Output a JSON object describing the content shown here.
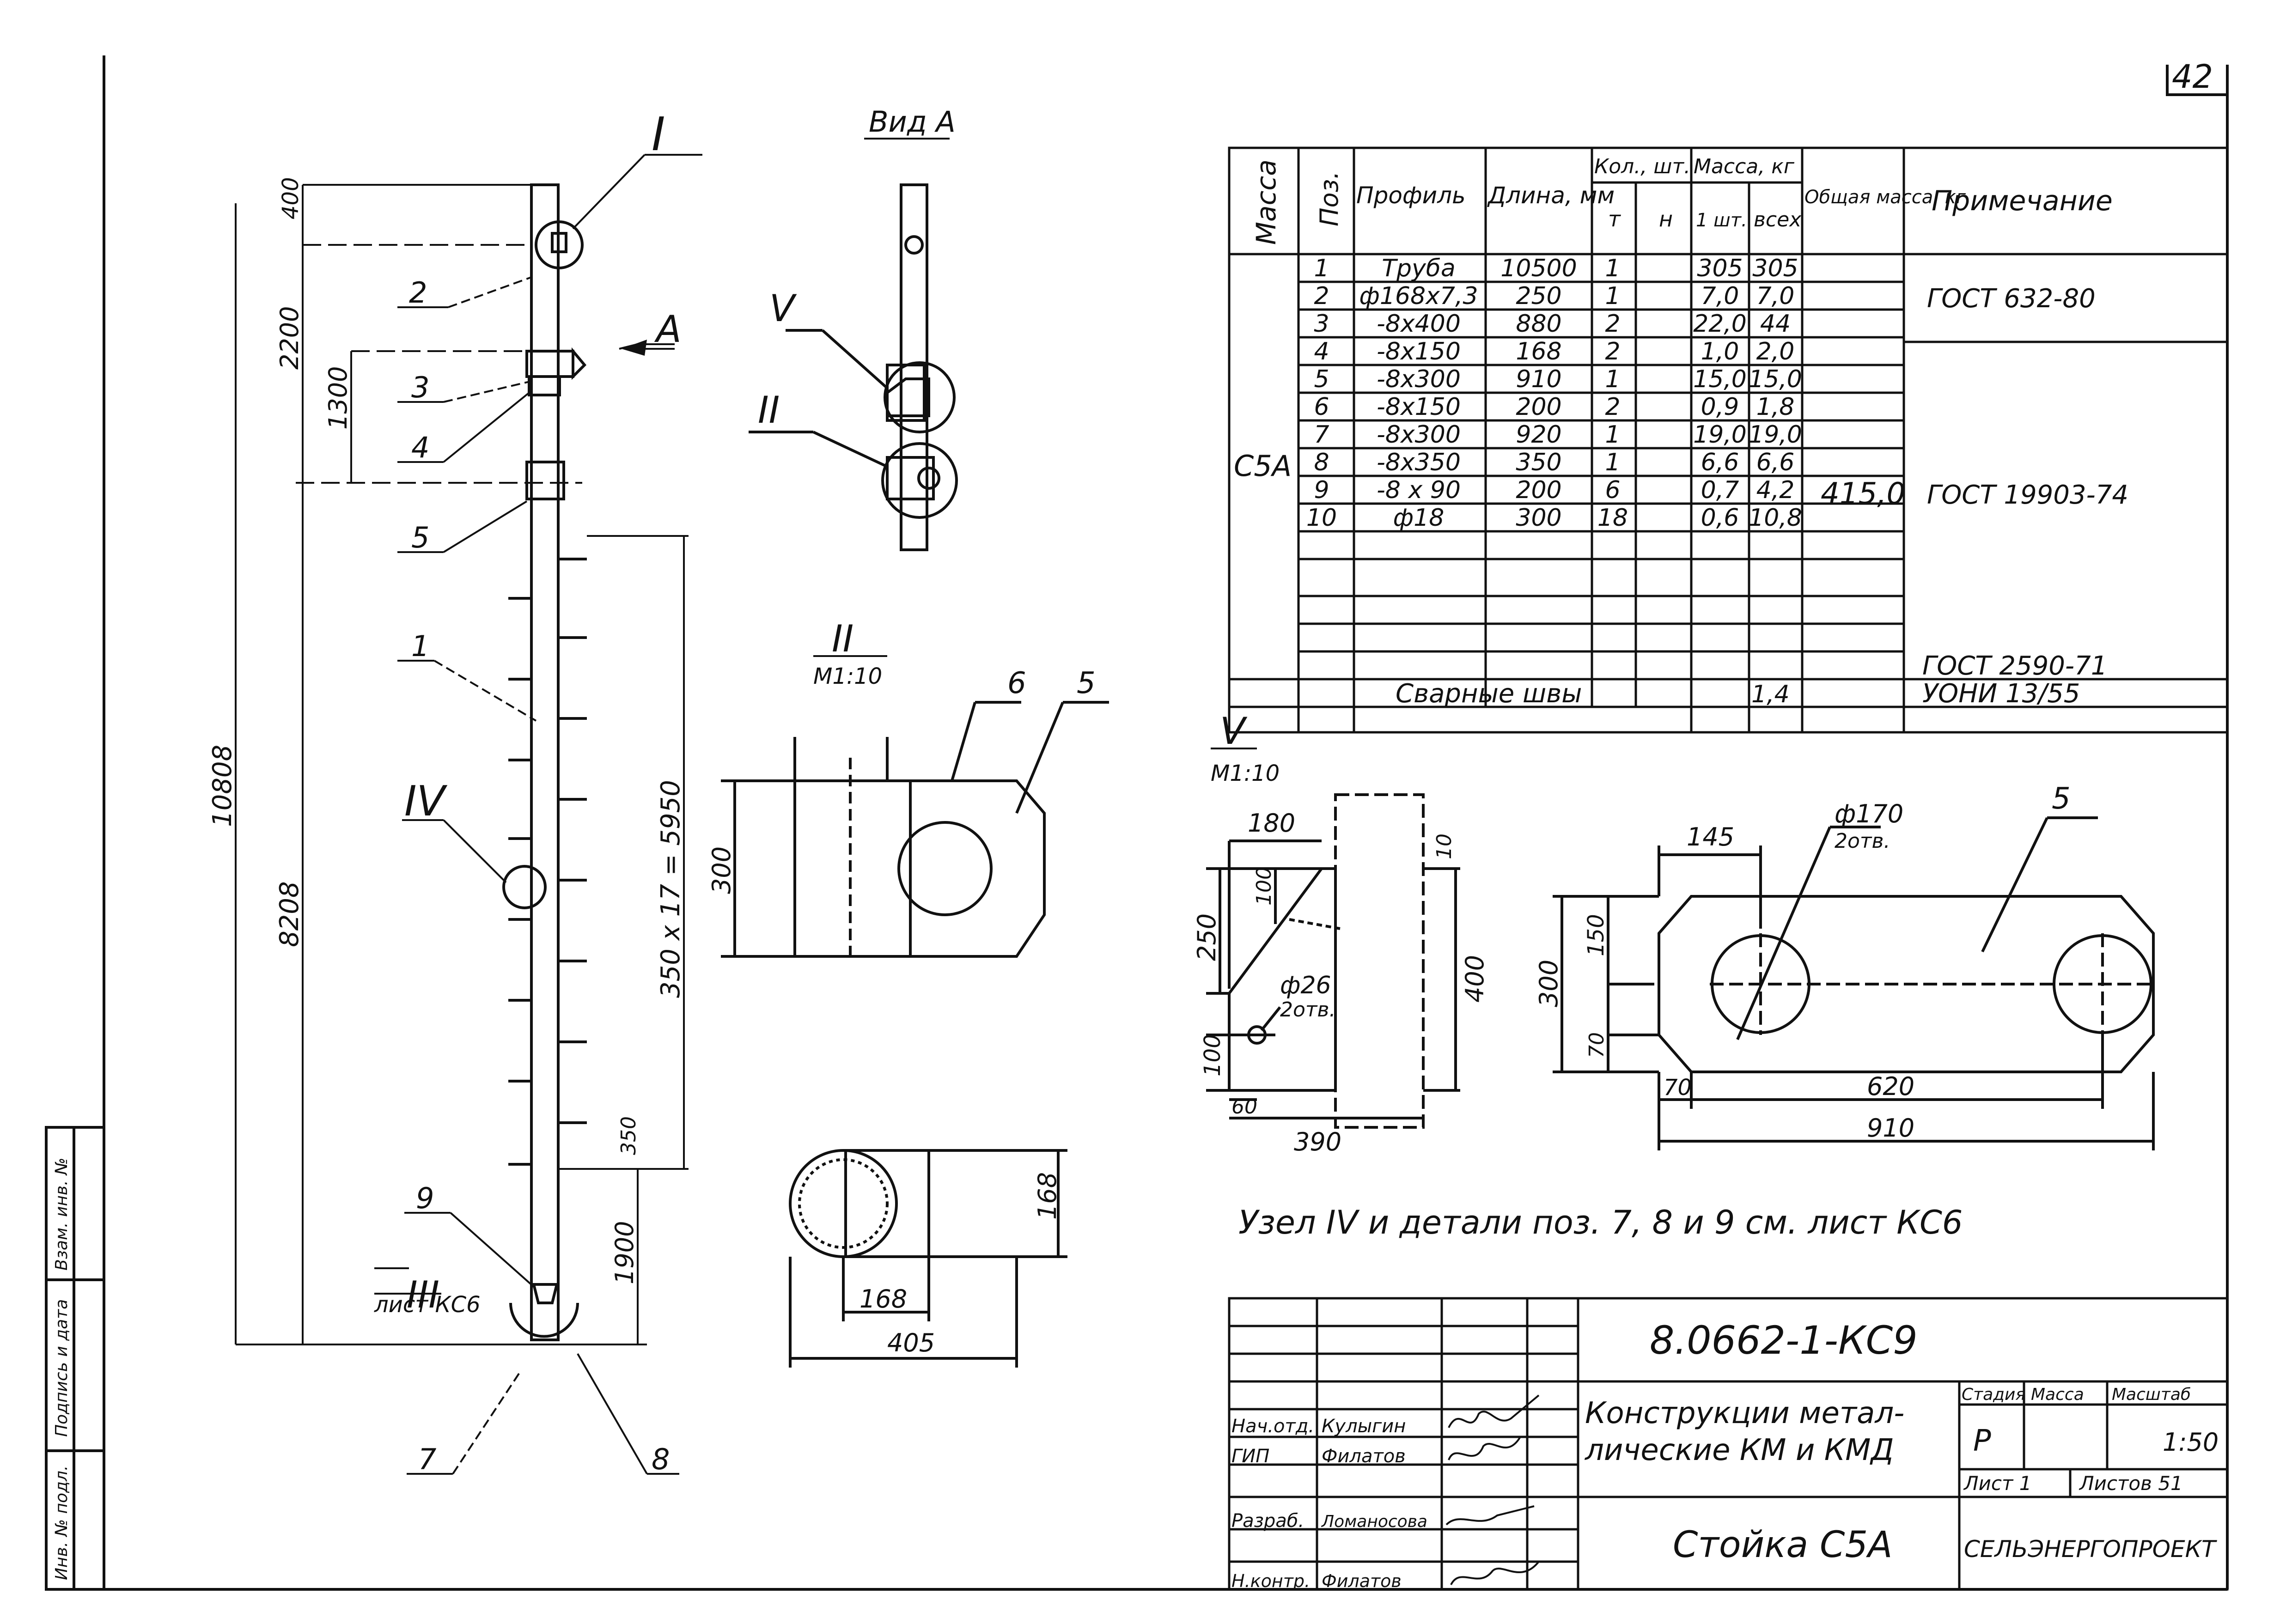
{
  "sheet_number": "42",
  "view_a_title": "Вид А",
  "arrow_a": "А",
  "callout_I": "I",
  "callout_II": "II",
  "callout_III": "III",
  "callout_IV": "IV",
  "callout_V": "V",
  "sheet_ref": "лист КС6",
  "scale_m110": "М1:10",
  "column_dims": [
    "400",
    "2200",
    "1300",
    "10808",
    "8208",
    "350 x 17 = 5950",
    "350",
    "1900"
  ],
  "pos_labels": [
    "1",
    "2",
    "3",
    "4",
    "5",
    "7",
    "8",
    "9"
  ],
  "detail_II_dims": [
    "300",
    "168",
    "405"
  ],
  "detail_II_labels": [
    "6",
    "5"
  ],
  "detail_V_dims": [
    "180",
    "100",
    "250",
    "10",
    "400",
    "100",
    "60",
    "390"
  ],
  "detail_V_hole": "ф26",
  "detail_V_hole_count": "2отв.",
  "plate_label": "5",
  "plate_hole": "ф170",
  "plate_hole_count": "2отв.",
  "plate_dims": [
    "145",
    "150",
    "300",
    "70",
    "70",
    "620",
    "910"
  ],
  "note": "Узел IV и детали поз. 7, 8 и 9 см. лист КС6",
  "spec_table": {
    "headers": {
      "mass": "Масса",
      "pos": "Поз.",
      "profile": "Профиль",
      "length": "Длина, мм",
      "qty": "Кол., шт.",
      "qty_t": "т",
      "qty_n": "н",
      "mass_kg": "Масса, кг",
      "mass_one": "1 шт.",
      "mass_all": "всех",
      "total": "Общая масса, кг",
      "note": "Примечание"
    },
    "mark": "С5А",
    "total_mass": "415,0",
    "rows": [
      {
        "pos": "1",
        "profile": "Труба",
        "length": "10500",
        "t": "1",
        "n": "",
        "one": "305",
        "all": "305"
      },
      {
        "pos": "2",
        "profile": "ф168x7,3",
        "length": "250",
        "t": "1",
        "n": "",
        "one": "7,0",
        "all": "7,0"
      },
      {
        "pos": "3",
        "profile": "-8x400",
        "length": "880",
        "t": "2",
        "n": "",
        "one": "22,0",
        "all": "44"
      },
      {
        "pos": "4",
        "profile": "-8x150",
        "length": "168",
        "t": "2",
        "n": "",
        "one": "1,0",
        "all": "2,0"
      },
      {
        "pos": "5",
        "profile": "-8x300",
        "length": "910",
        "t": "1",
        "n": "",
        "one": "15,0",
        "all": "15,0"
      },
      {
        "pos": "6",
        "profile": "-8x150",
        "length": "200",
        "t": "2",
        "n": "",
        "one": "0,9",
        "all": "1,8"
      },
      {
        "pos": "7",
        "profile": "-8x300",
        "length": "920",
        "t": "1",
        "n": "",
        "one": "19,0",
        "all": "19,0"
      },
      {
        "pos": "8",
        "profile": "-8x350",
        "length": "350",
        "t": "1",
        "n": "",
        "one": "6,6",
        "all": "6,6"
      },
      {
        "pos": "9",
        "profile": "-8 x 90",
        "length": "200",
        "t": "6",
        "n": "",
        "one": "0,7",
        "all": "4,2"
      },
      {
        "pos": "10",
        "profile": "ф18",
        "length": "300",
        "t": "18",
        "n": "",
        "one": "0,6",
        "all": "10,8"
      }
    ],
    "weld_label": "Сварные швы",
    "weld_mass": "1,4",
    "notes": [
      "ГОСТ 632-80",
      "ГОСТ 19903-74",
      "ГОСТ 2590-71",
      "УОНИ 13/55"
    ]
  },
  "title_block": {
    "code": "8.0662-1-КС9",
    "title": "Конструкции метал- лические КМ и КМД",
    "title_line1": "Конструкции метал-",
    "title_line2": "лические КМ и КМД",
    "sheet_title": "Стойка С5А",
    "stage_hdr": "Стадия",
    "mass_hdr": "Масса",
    "scale_hdr": "Масштаб",
    "stage": "Р",
    "scale": "1:50",
    "sheet_label": "Лист 1",
    "sheets_label": "Листов 51",
    "org": "СЕЛЬЭНЕРГОПРОЕКТ",
    "people": [
      {
        "role": "Нач.отд.",
        "name": "Кулыгин"
      },
      {
        "role": "ГИП",
        "name": "Филатов"
      },
      {
        "role": "Разраб.",
        "name": "Ломаносова"
      },
      {
        "role": "Н.контр.",
        "name": "Филатов"
      }
    ]
  },
  "side_stamp": [
    "Инв. № подл.",
    "Подпись и дата",
    "Взам. инв. №"
  ]
}
